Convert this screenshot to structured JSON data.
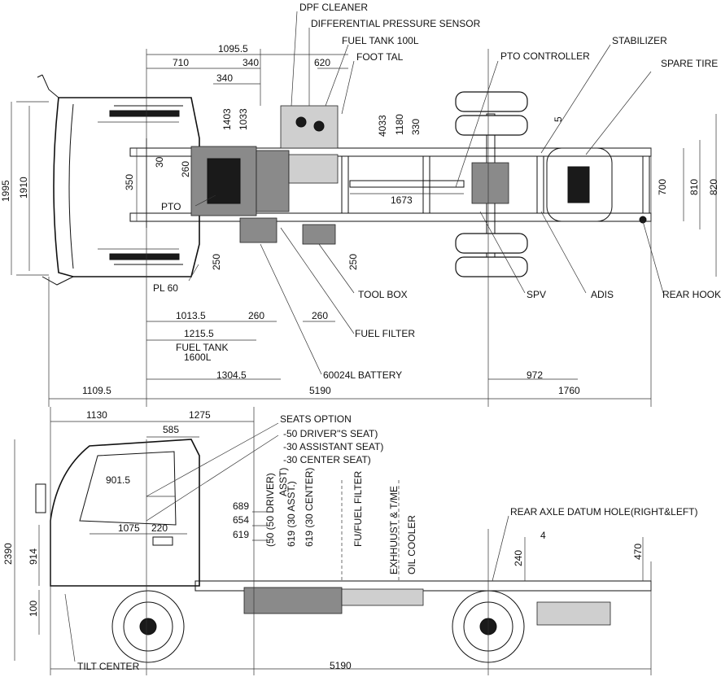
{
  "labels": {
    "dpf_cleaner": "DPF CLEANER",
    "diff_sensor": "DIFFERENTIAL PRESSURE SENSOR",
    "fuel_tank_100l": "FUEL TANK 100L",
    "foot_tal": "FOOT TAL",
    "pto_controller": "PTO CONTROLLER",
    "stabilizer": "STABILIZER",
    "spare_tire": "SPARE TIRE",
    "pto": "PTO",
    "pl60": "PL 60",
    "tool_box": "TOOL BOX",
    "spv": "SPV",
    "adis": "ADIS",
    "rear_hook": "REAR HOOK",
    "fuel_filter": "FUEL FILTER",
    "fuel_tank_a": "FUEL TANK",
    "fuel_tank_b": "1600L",
    "battery": "60024L BATTERY",
    "seats_option": "SEATS OPTION",
    "seat_driver": "-50 DRIVER''S SEAT)",
    "seat_assist": "-30 ASSISTANT SEAT)",
    "seat_center": "-30 CENTER SEAT)",
    "v_50_driver": "(50 (50 DRIVER)",
    "v_asst": "ASST)",
    "v_619_asst": "619 (30 ASST.)",
    "v_619_center": "619 (30 CENTER)",
    "v_fu_filter": "FU/FUEL FILTER",
    "v_exhaust": "EXHHUUST & T/ME",
    "v_oil_cooler": "OIL COOLER",
    "rear_axle": "REAR AXLE DATUM HOLE(RIGHT&LEFT)",
    "tilt_center": "TILT CENTER"
  },
  "dims": {
    "d1095_5": "1095.5",
    "d710": "710",
    "d340a": "340",
    "d620": "620",
    "d340b": "340",
    "d1403": "1403",
    "d1033": "1033",
    "d4033": "4033",
    "d1180": "1180",
    "d330": "330",
    "d5": "5",
    "d1995": "1995",
    "d1910": "1910",
    "d350": "350",
    "d30": "30",
    "d260": "260",
    "d1673": "1673",
    "d700": "700",
    "d810": "810",
    "d820": "820",
    "d250a": "250",
    "d250b": "250",
    "d1013_5": "1013.5",
    "d260b": "260",
    "d260c": "260",
    "d1215_5": "1215.5",
    "d1304_5": "1304.5",
    "d972": "972",
    "d1109_5": "1109.5",
    "d5190a": "5190",
    "d1760": "1760",
    "d1130": "1130",
    "d1275": "1275",
    "d585": "585",
    "d901_5": "901.5",
    "d1075": "1075",
    "d220": "220",
    "d689": "689",
    "d654": "654",
    "d619": "619",
    "d2390": "2390",
    "d914": "914",
    "d100": "100",
    "d240": "240",
    "d470": "470",
    "d5190b": "5190",
    "d4": "4"
  }
}
